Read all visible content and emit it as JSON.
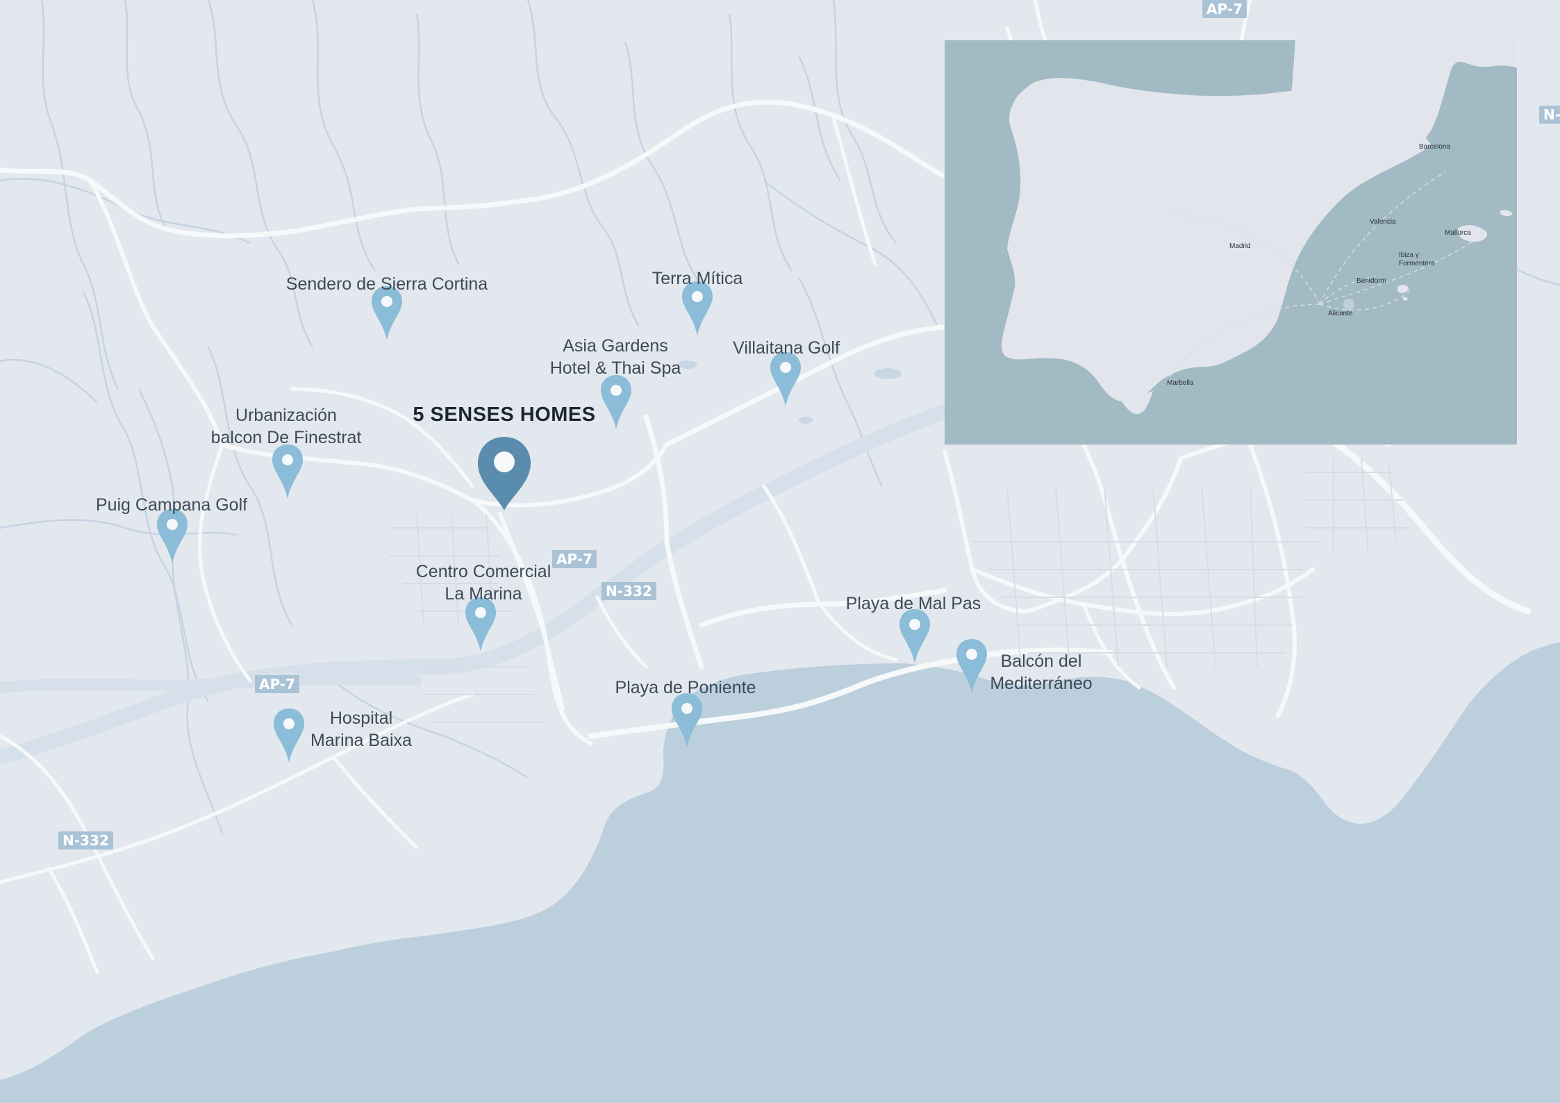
{
  "colors": {
    "land": "#e3e8ee",
    "sea": "#bccfdd",
    "road": "#f6f8fa",
    "river": "#c6d3e2",
    "pin": "#8bbcd8",
    "main_pin": "#5a8cad",
    "inset_sea": "#a2bac4",
    "inset_land": "#e2e6ec"
  },
  "main_marker": {
    "label": "5 SENSES HOMES",
    "icon": "map-pin-icon"
  },
  "poi": [
    {
      "id": "sendero",
      "lines": [
        "Sendero de Sierra Cortina"
      ]
    },
    {
      "id": "terra",
      "lines": [
        "Terra Mítica"
      ]
    },
    {
      "id": "asia",
      "lines": [
        "Asia Gardens",
        "Hotel & Thai Spa"
      ]
    },
    {
      "id": "villaitana",
      "lines": [
        "Villaitana Golf"
      ]
    },
    {
      "id": "urbanizacion",
      "lines": [
        "Urbanización",
        "balcon De Finestrat"
      ]
    },
    {
      "id": "puig",
      "lines": [
        "Puig Campana Golf"
      ]
    },
    {
      "id": "centro",
      "lines": [
        "Centro Comercial",
        "La Marina"
      ]
    },
    {
      "id": "malpas",
      "lines": [
        "Playa de Mal Pas"
      ]
    },
    {
      "id": "balcon",
      "lines": [
        "Balcón del",
        "Mediterráneo"
      ]
    },
    {
      "id": "poniente",
      "lines": [
        "Playa de Poniente"
      ]
    },
    {
      "id": "hospital",
      "lines": [
        "Hospital",
        "Marina Baixa"
      ]
    }
  ],
  "roads": [
    "AP-7",
    "AP-7",
    "AP-7",
    "N-332",
    "N-332",
    "N-"
  ],
  "inset": {
    "cities": [
      "Barcelona",
      "Valencia",
      "Madrid",
      "Mallorca",
      "Ibiza y",
      "Formentera",
      "Benidorm",
      "Alicante",
      "Marbella"
    ]
  }
}
